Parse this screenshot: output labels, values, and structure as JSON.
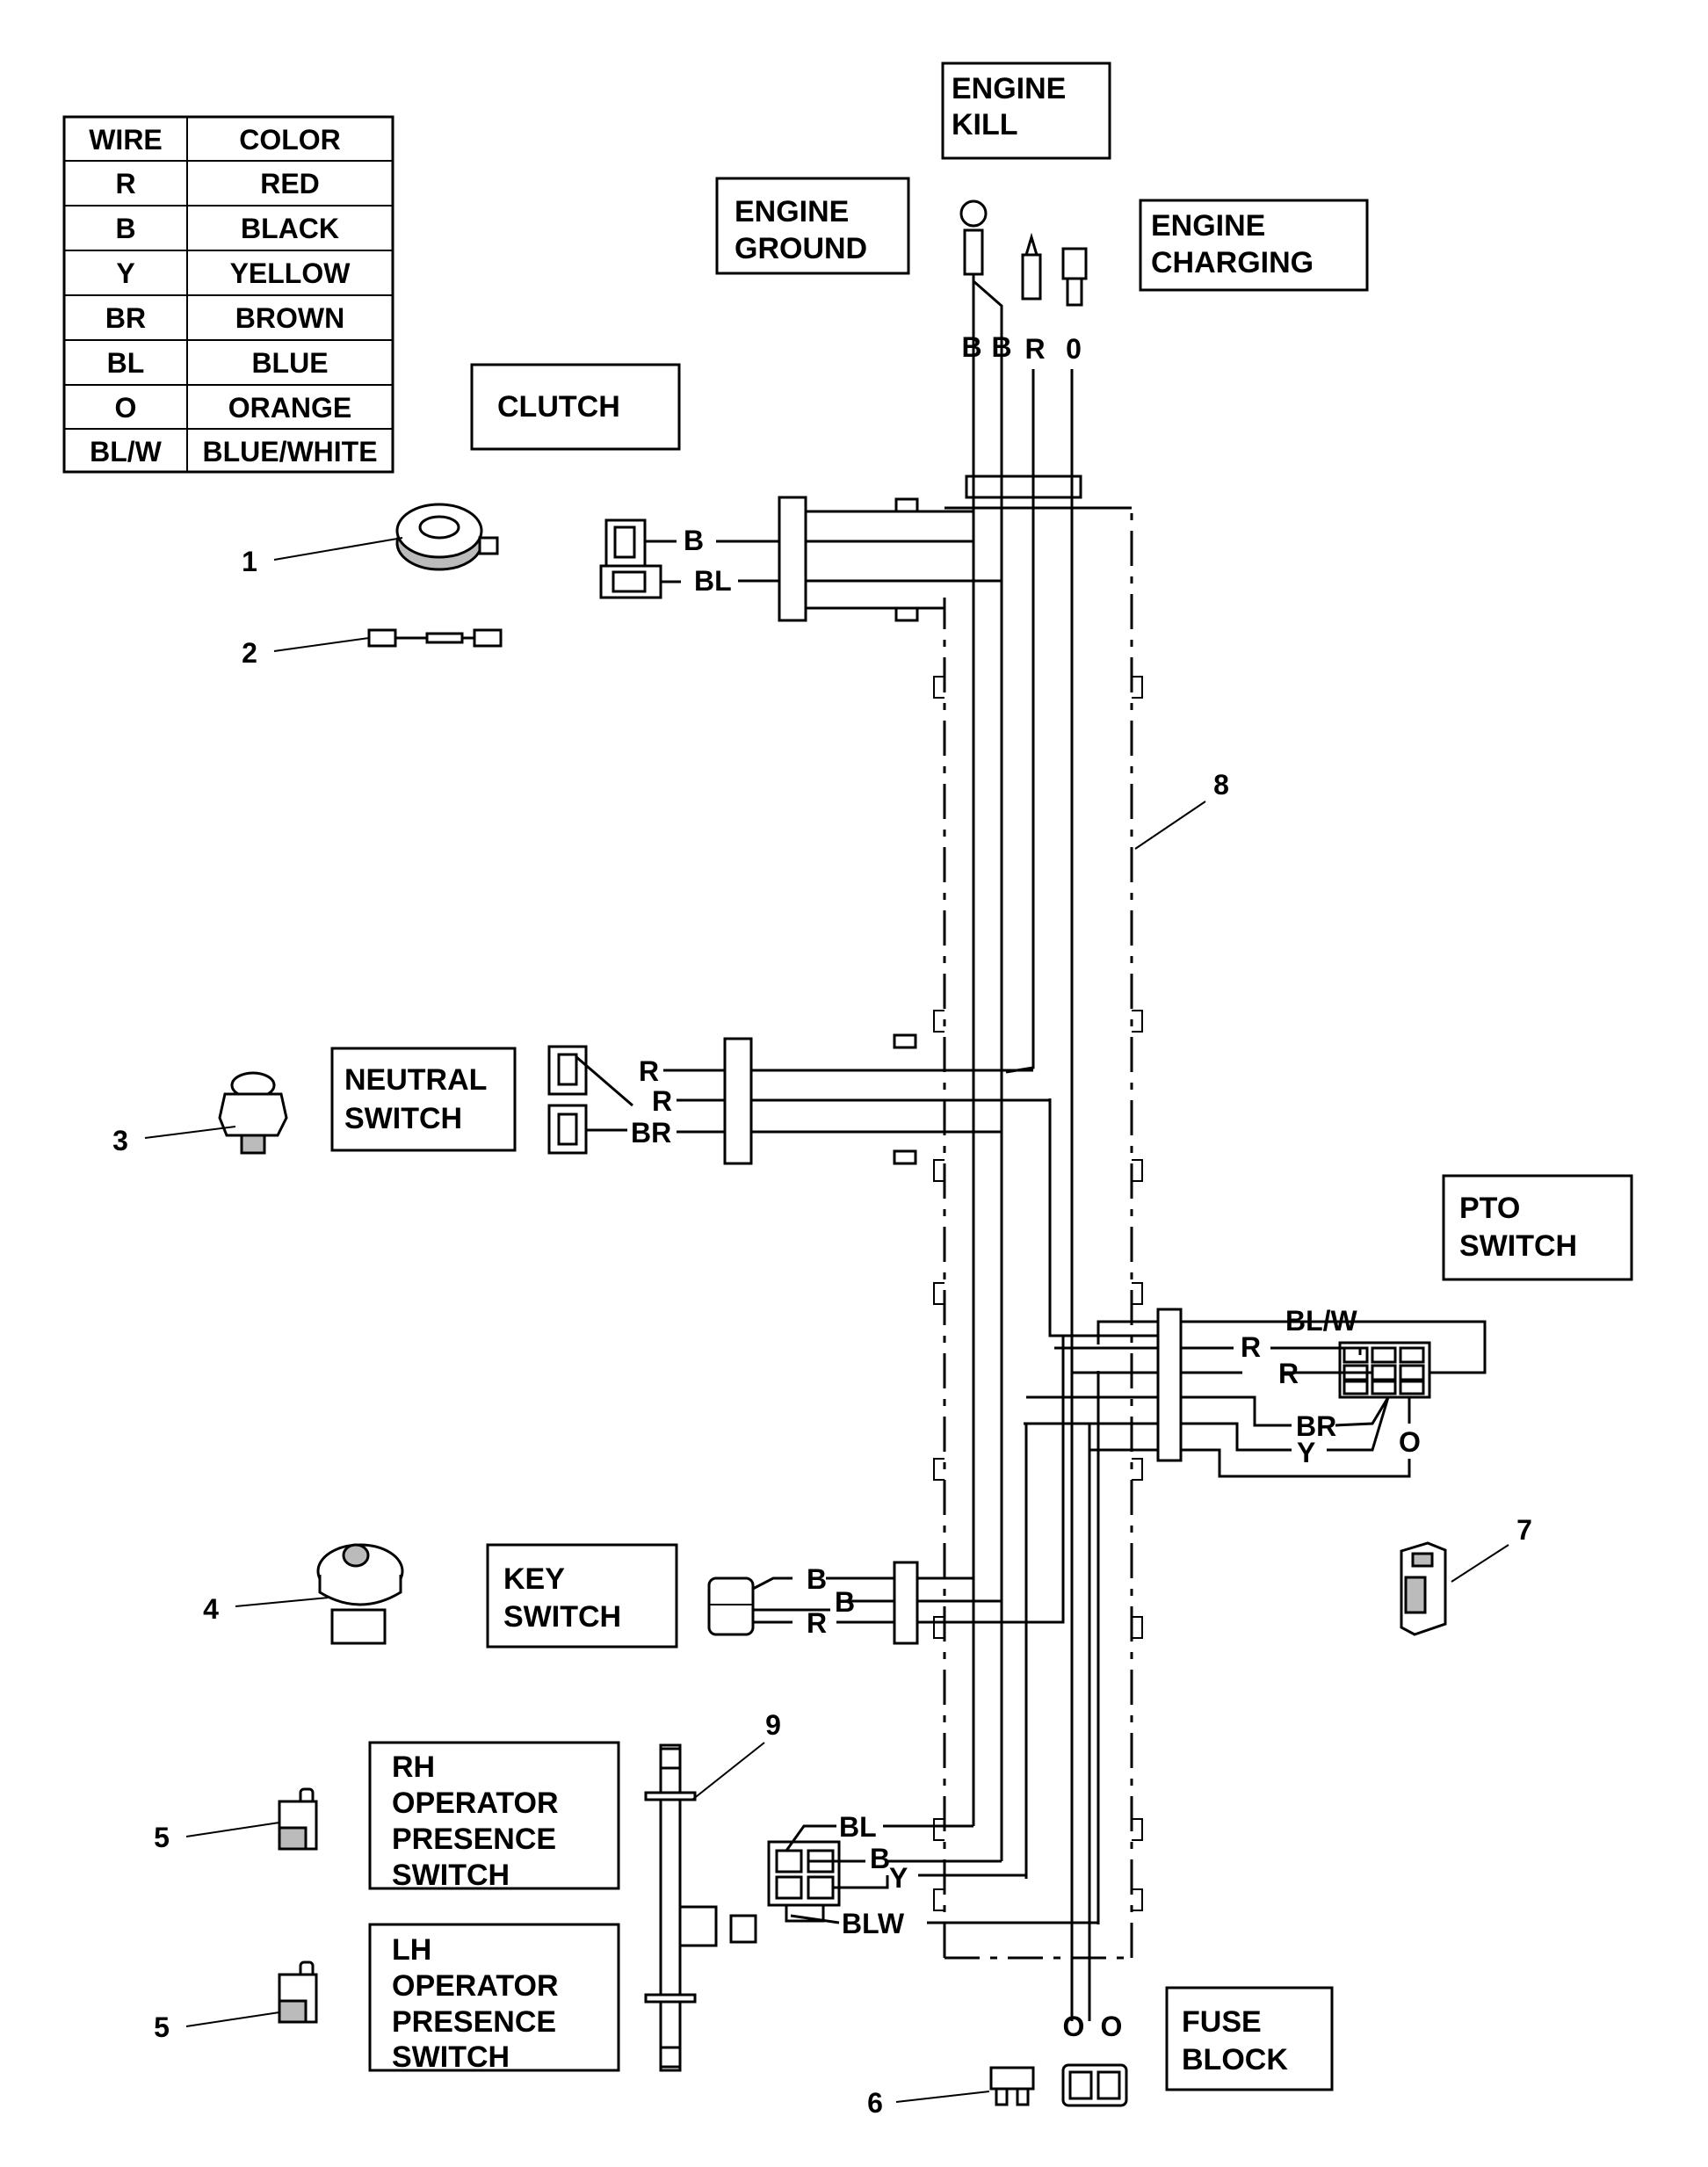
{
  "color_table": {
    "headers": [
      "WIRE",
      "COLOR"
    ],
    "rows": [
      [
        "R",
        "RED"
      ],
      [
        "B",
        "BLACK"
      ],
      [
        "Y",
        "YELLOW"
      ],
      [
        "BR",
        "BROWN"
      ],
      [
        "BL",
        "BLUE"
      ],
      [
        "O",
        "ORANGE"
      ],
      [
        "BL/W",
        "BLUE/WHITE"
      ]
    ]
  },
  "labels": {
    "engine_kill": [
      "ENGINE",
      "KILL"
    ],
    "engine_ground": [
      "ENGINE",
      "GROUND"
    ],
    "engine_charging": [
      "ENGINE",
      "CHARGING"
    ],
    "clutch": [
      "CLUTCH"
    ],
    "neutral_switch": [
      "NEUTRAL",
      "SWITCH"
    ],
    "pto_switch": [
      "PTO",
      "SWITCH"
    ],
    "key_switch": [
      "KEY",
      "SWITCH"
    ],
    "rh_opp": [
      "RH",
      "OPERATOR",
      "PRESENCE",
      "SWITCH"
    ],
    "lh_opp": [
      "LH",
      "OPERATOR",
      "PRESENCE",
      "SWITCH"
    ],
    "fuse_block": [
      "FUSE",
      "BLOCK"
    ]
  },
  "wire_labels": {
    "engine_top": [
      "B",
      "B",
      "R",
      "0"
    ],
    "clutch": [
      "B",
      "BL"
    ],
    "neutral": [
      "R",
      "R",
      "BR"
    ],
    "pto": [
      "BL/W",
      "R",
      "R",
      "BR",
      "Y",
      "O"
    ],
    "key": [
      "B",
      "B",
      "R"
    ],
    "opp": [
      "BL",
      "B",
      "Y",
      "BLW"
    ],
    "fuse": [
      "O",
      "O"
    ]
  },
  "callouts": [
    "1",
    "2",
    "3",
    "4",
    "5",
    "5",
    "6",
    "7",
    "8",
    "9"
  ]
}
